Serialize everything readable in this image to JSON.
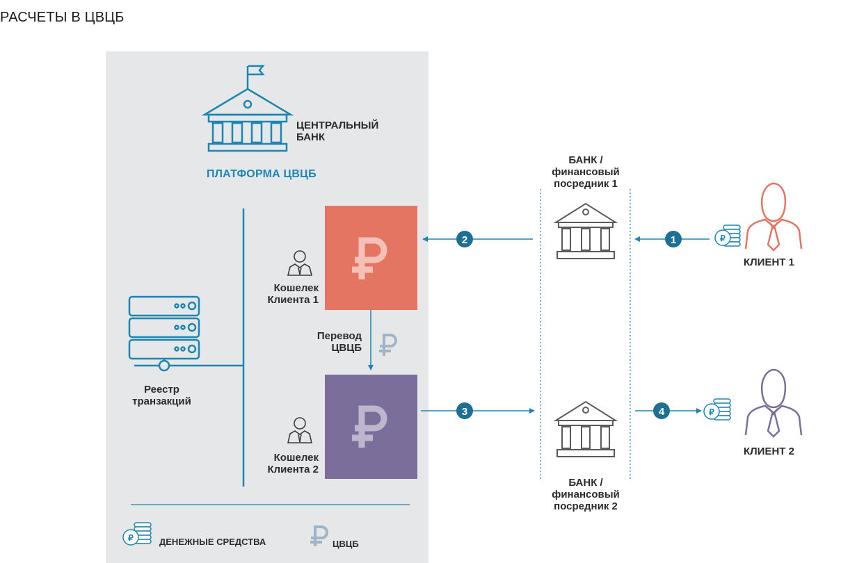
{
  "title": "РАСЧЕТЫ В ЦВЦБ",
  "central_bank": {
    "line1": "ЦЕНТРАЛЬНЫЙ",
    "line2": "БАНК"
  },
  "platform_title": "ПЛАТФОРМА ЦВЦБ",
  "wallet1_label": {
    "line1": "Кошелек",
    "line2": "Клиента 1"
  },
  "wallet2_label": {
    "line1": "Кошелек",
    "line2": "Клиента 2"
  },
  "transfer_label": {
    "line1": "Перевод",
    "line2": "ЦВЦБ"
  },
  "registry_label": {
    "line1": "Реестр",
    "line2": "транзакций"
  },
  "bank1_label": {
    "line1": "БАНК /",
    "line2": "финансовый",
    "line3": "посредник 1"
  },
  "bank2_label": {
    "line1": "БАНК /",
    "line2": "финансовый",
    "line3": "посредник 2"
  },
  "client1_label": "КЛИЕНТ 1",
  "client2_label": "КЛИЕНТ 2",
  "steps": [
    "1",
    "2",
    "3",
    "4"
  ],
  "legend": {
    "money": "ДЕНЕЖНЫЕ СРЕДСТВА",
    "cbdc": "ЦВЦБ"
  },
  "colors": {
    "accent": "#1b86b4",
    "wallet1": "#e57563",
    "wallet2": "#7b6e9b",
    "client1": "#e57563",
    "client2": "#7b6e9b",
    "step_badge": "#1d6f93",
    "panel": "#e6e7e8"
  }
}
